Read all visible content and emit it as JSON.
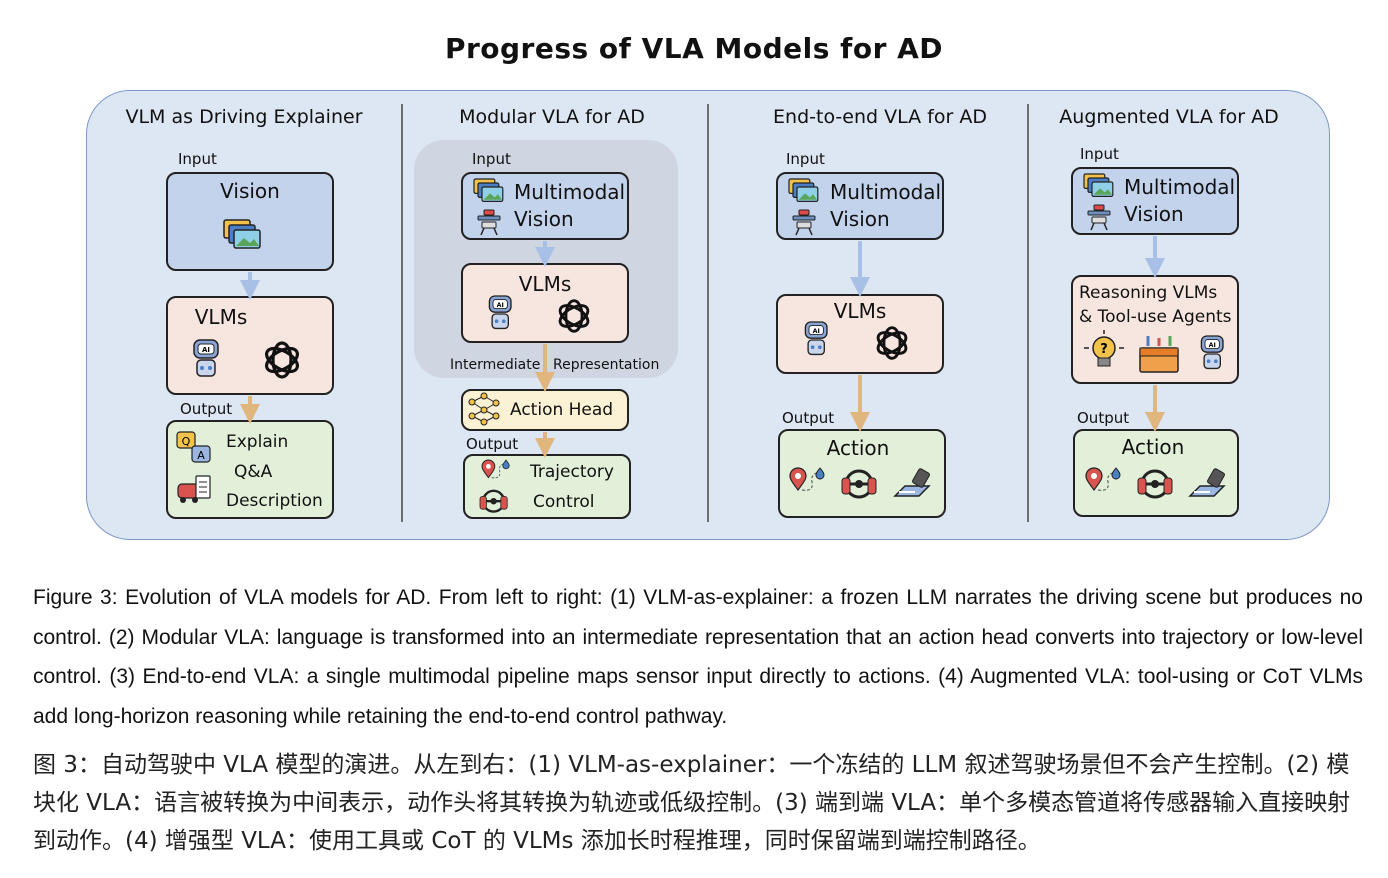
{
  "title": "Progress of VLA Models for AD",
  "columns": [
    {
      "title": "VLM as Driving Explainer",
      "input_label": "Input",
      "vision_label": "Vision",
      "vlm_label": "VLMs",
      "output_label": "Output",
      "outputs": [
        "Explain",
        "Q&A",
        "Description"
      ]
    },
    {
      "title": "Modular VLA for AD",
      "input_label": "Input",
      "input_lines": [
        "Multimodal",
        "Vision"
      ],
      "vlm_label": "VLMs",
      "intermediate_left": "Intermediate",
      "intermediate_right": "Representation",
      "action_head": "Action Head",
      "output_label": "Output",
      "outputs": [
        "Trajectory",
        "Control"
      ]
    },
    {
      "title": "End-to-end VLA for AD",
      "input_label": "Input",
      "input_lines": [
        "Multimodal",
        "Vision"
      ],
      "vlm_label": "VLMs",
      "output_label": "Output",
      "action_label": "Action"
    },
    {
      "title": "Augmented VLA for AD",
      "input_label": "Input",
      "input_lines": [
        "Multimodal",
        "Vision"
      ],
      "reasoning_lines": [
        "Reasoning VLMs",
        "& Tool-use Agents"
      ],
      "output_label": "Output",
      "action_label": "Action"
    }
  ],
  "caption_en": "Figure 3: Evolution of VLA models for AD. From left to right: (1) VLM-as-explainer: a frozen LLM narrates the driving scene but produces no control. (2) Modular VLA: language is transformed into an intermediate representation that an action head converts into trajectory or low-level control. (3) End-to-end VLA: a single multimodal pipeline maps sensor input directly to actions. (4) Augmented VLA: tool-using or CoT VLMs add long-horizon reasoning while retaining the end-to-end control pathway.",
  "caption_cn": "图 3：自动驾驶中 VLA 模型的演进。从左到右：(1) VLM-as-explainer：一个冻结的 LLM 叙述驾驶场景但不会产生控制。(2) 模块化 VLA：语言被转换为中间表示，动作头将其转换为轨迹或低级控制。(3) 端到端 VLA：单个多模态管道将传感器输入直接映射到动作。(4) 增强型 VLA：使用工具或 CoT 的 VLMs 添加长时程推理，同时保留端到端控制路径。",
  "colors": {
    "panel": "#dde6f3",
    "blue_box": "#c3d3ec",
    "pink_box": "#f7e6df",
    "green_box": "#e2f0da",
    "yellow_box": "#fbf1d4",
    "blue_arrow": "#a8c0e6",
    "orange_arrow": "#e0b67e"
  },
  "icons": [
    "images-icon",
    "sensor-icon",
    "robot-ai-icon",
    "openai-logo-icon",
    "qa-bubble-icon",
    "car-report-icon",
    "map-pin-icon",
    "steering-wheel-icon",
    "pedal-icon",
    "neural-net-icon",
    "lightbulb-icon",
    "toolbox-icon"
  ]
}
